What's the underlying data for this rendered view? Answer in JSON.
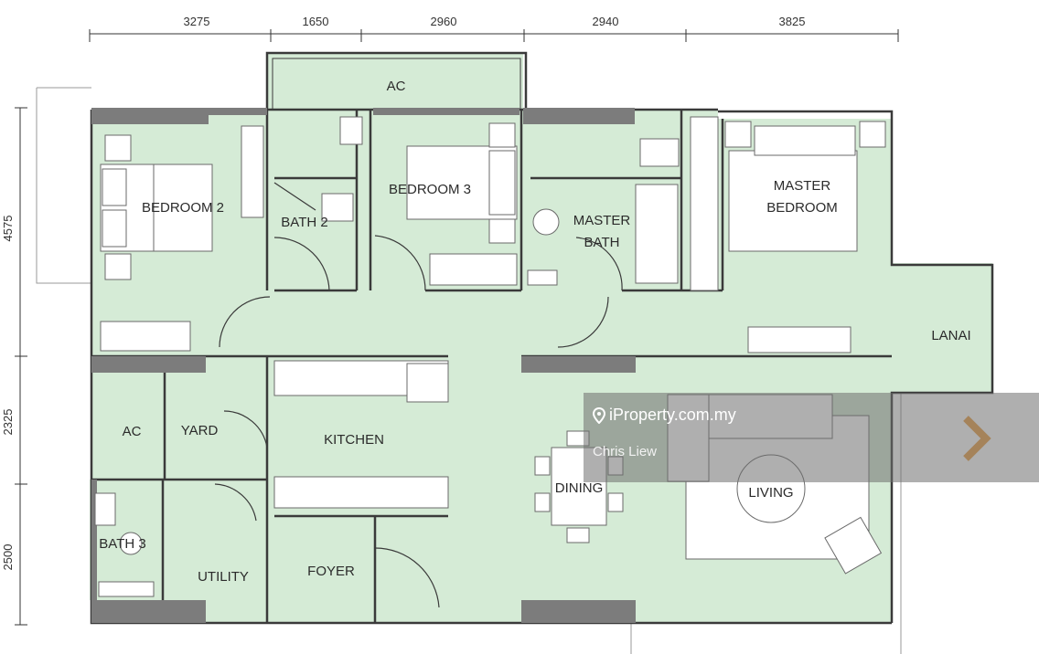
{
  "dimensions": {
    "top": [
      "3275",
      "1650",
      "2960",
      "2940",
      "3825"
    ],
    "left": [
      "4575",
      "2325",
      "2500"
    ]
  },
  "rooms": {
    "ac_top": "AC",
    "bedroom2": "BEDROOM 2",
    "bath2": "BATH 2",
    "bedroom3": "BEDROOM 3",
    "master_bath_line1": "MASTER",
    "master_bath_line2": "BATH",
    "master_bedroom_line1": "MASTER",
    "master_bedroom_line2": "BEDROOM",
    "lanai": "LANAI",
    "ac_left": "AC",
    "yard": "YARD",
    "kitchen": "KITCHEN",
    "dining": "DINING",
    "living": "LIVING",
    "bath3": "BATH 3",
    "utility": "UTILITY",
    "foyer": "FOYER"
  },
  "overlay": {
    "brand": "iProperty.com.my",
    "agent": "Chris Liew"
  },
  "colors": {
    "room_fill": "#d5ebd6",
    "wall": "#3a3a3a",
    "overlay": "#6e6e6e"
  }
}
